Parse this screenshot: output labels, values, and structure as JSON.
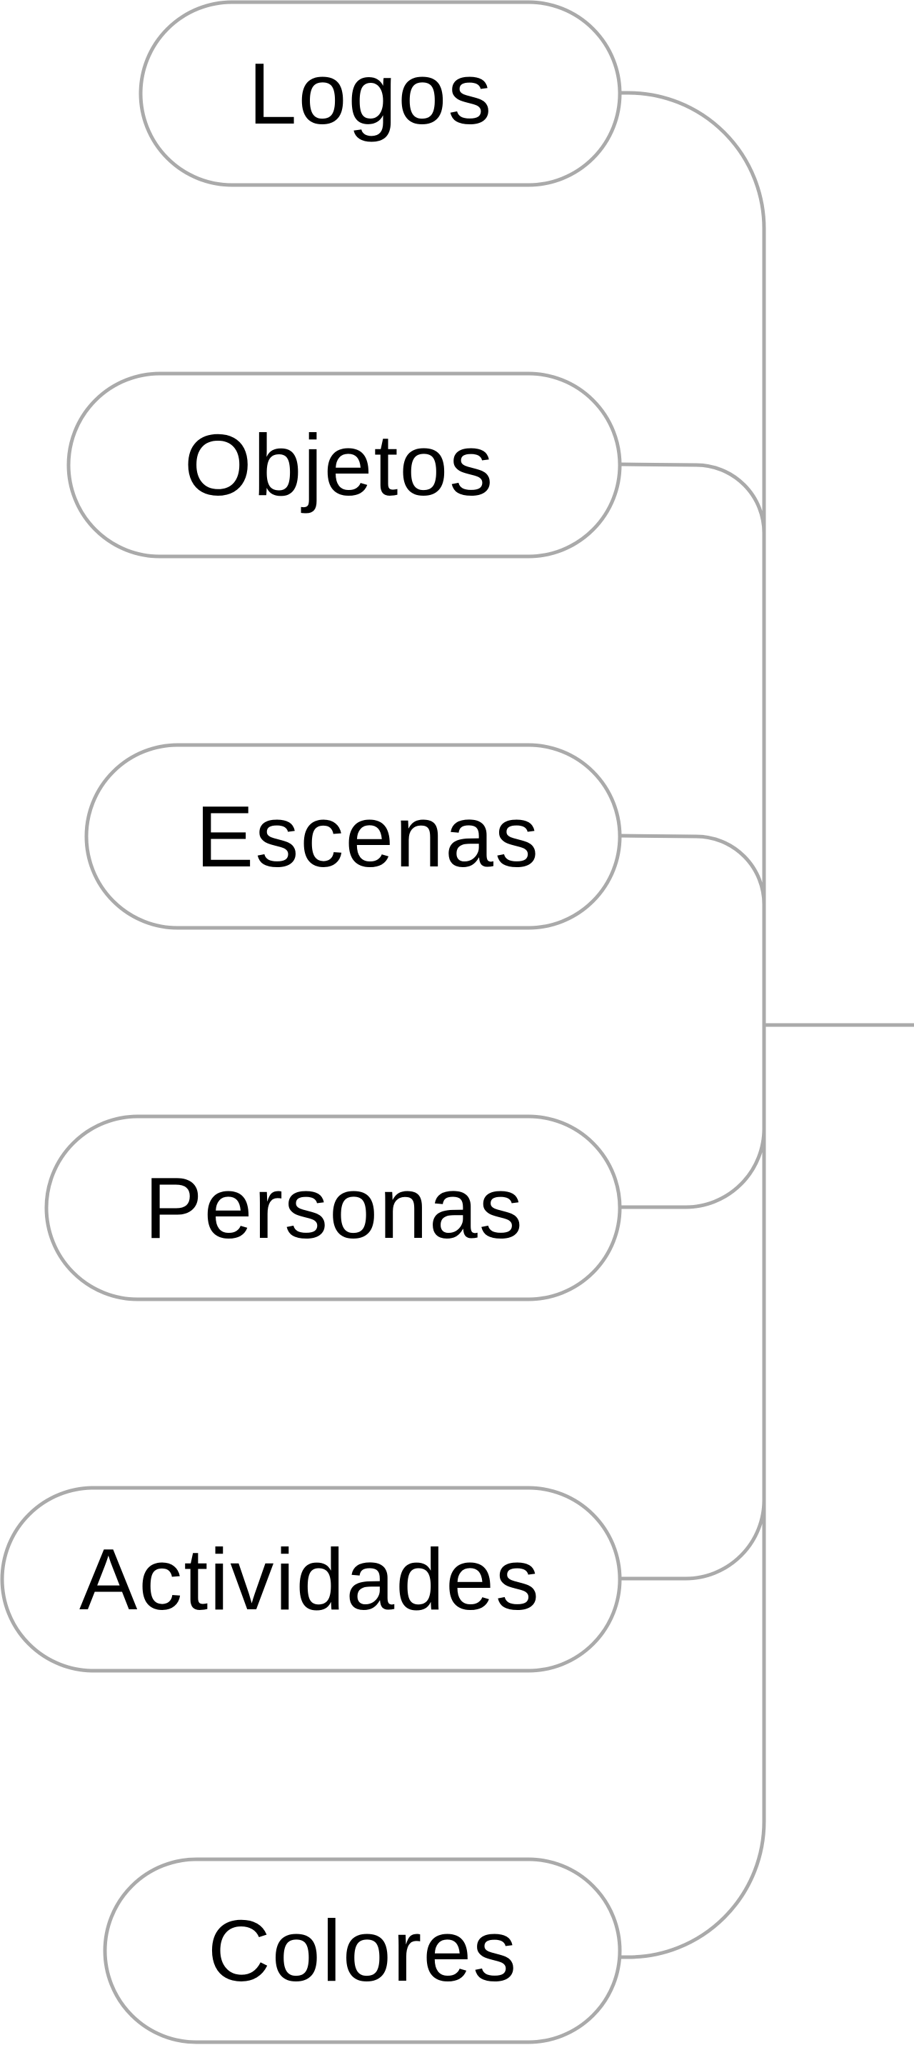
{
  "diagram": {
    "nodes": [
      {
        "label": "Logos"
      },
      {
        "label": "Objetos"
      },
      {
        "label": "Escenas"
      },
      {
        "label": "Personas"
      },
      {
        "label": "Actividades"
      },
      {
        "label": "Colores"
      }
    ]
  },
  "colors": {
    "stroke": "#aaaaaa",
    "text": "#000000",
    "background": "#ffffff"
  }
}
